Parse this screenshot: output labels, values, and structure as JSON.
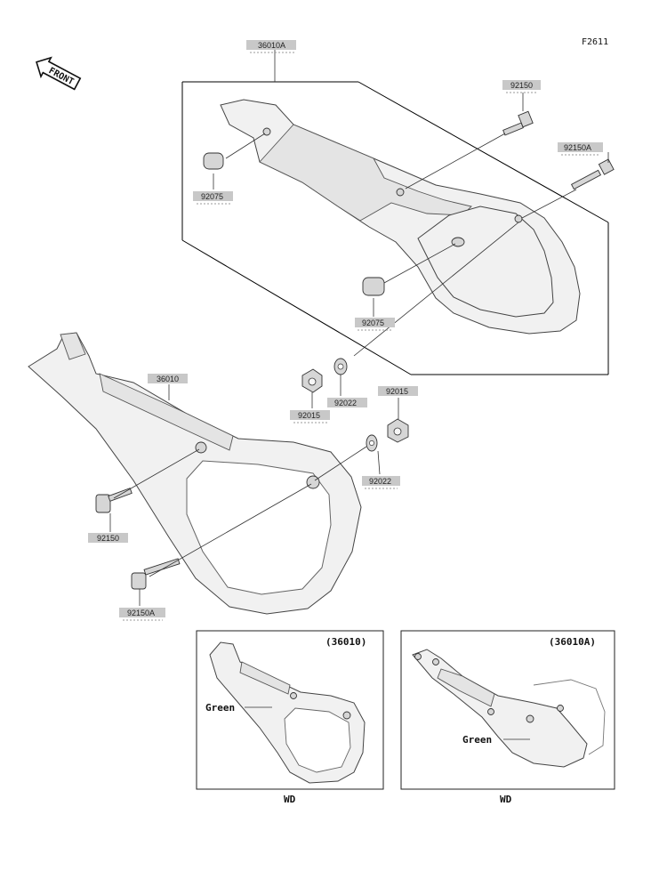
{
  "figure_code": "F2611",
  "front_label": "FRONT",
  "callouts": {
    "upper_cover": "36010A",
    "upper_bolt": "92150",
    "upper_bolt_a": "92150A",
    "upper_grommet_1": "92075",
    "upper_grommet_2": "92075",
    "lower_cover": "36010",
    "collar_left": "92015",
    "washer_left": "92022",
    "collar_right": "92015",
    "washer_right": "92022",
    "lower_bolt": "92150",
    "lower_bolt_a": "92150A"
  },
  "insets": [
    {
      "part_ref": "(36010)",
      "color_label": "Green",
      "caption": "WD"
    },
    {
      "part_ref": "(36010A)",
      "color_label": "Green",
      "caption": "WD"
    }
  ]
}
